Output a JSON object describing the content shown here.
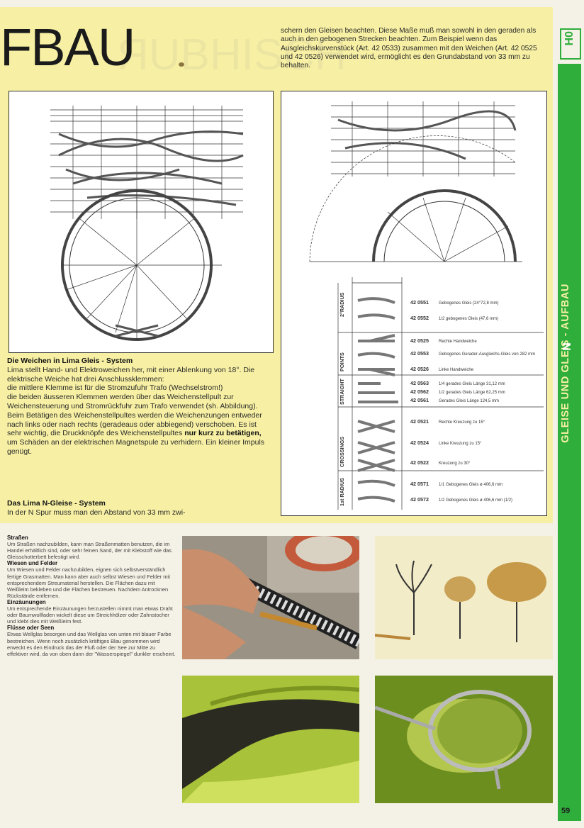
{
  "header": {
    "title": "FBAU",
    "intro": "schern den Gleisen beachten. Diese Maße muß man sowohl in den geraden als auch in den gebogenen Strecken beachten. Zum Beispiel wenn das Ausgleichskurvenstück (Art. 42 0533) zusammen mit den Weichen (Art. 42 0525 und 42 0526) verwendet wird, ermöglicht es den Grundabstand von 33 mm zu behalten."
  },
  "sidebar": {
    "tag": "H0",
    "section": "GLEISE UND GLEIS - AUFBAU",
    "n_label": "N",
    "page_number": "59"
  },
  "weichen": {
    "heading": "Die Weichen in Lima Gleis - System",
    "p1": "Lima stellt Hand- und Elektroweichen her, mit einer Ablenkung von 18°. Die elektrische Weiche hat drei Anschlussklemmen:",
    "p2": "die mittlere Klemme ist für die Stromzufuhr Trafo (Wechselstrom!)",
    "p3": "die beiden äusseren Klemmen werden über das Weichenstellpult zur Weichensteuerung und Stromrückfuhr zum Trafo verwendet (sh. Abbildung). Beim Betätigen des Weichenstellpultes werden die Weichenzungen entweder nach links oder nach rechts (geradeaus oder abbiegend) verschoben. Es ist sehr wichtig, die Druckknöpfe des Weichenstellpultes",
    "bold": "nur kurz zu betätigen,",
    "p4": " um Schäden an der elektrischen Magnetspule zu verhidern. Ein kleiner Impuls genügt."
  },
  "lima": {
    "heading": "Das Lima N-Gleise - System",
    "text": "In der N Spur muss man den Abstand von 33 mm zwi-"
  },
  "track_list": {
    "groups": [
      "2°RADIUS",
      "POINTS",
      "STRAIGHT",
      "CROSSINGS",
      "1st RADIUS"
    ],
    "items": [
      {
        "code": "42 0551",
        "desc": "Gebogenes Gleis (24°72,8 mm)"
      },
      {
        "code": "42 0552",
        "desc": "1/2 gebogenes Gleis (47,6 mm)"
      },
      {
        "code": "42 0525",
        "desc": "Rechte Handweiche"
      },
      {
        "code": "42 0553",
        "desc": "Gebogenes Gerader-Ausgleichs-Gleis von 282 mm"
      },
      {
        "code": "42 0526",
        "desc": "Linke Handweiche"
      },
      {
        "code": "42 0563",
        "desc": "1/4 gerades Gleis Länge 31,12 mm"
      },
      {
        "code": "42 0562",
        "desc": "1/2 gerades Gleis Länge 62,25 mm"
      },
      {
        "code": "42 0561",
        "desc": "Gerades Gleis Länge 124,5 mm"
      },
      {
        "code": "42 0521",
        "desc": "Rechte Kreuzung zu 15°"
      },
      {
        "code": "42 0524",
        "desc": "Linke Kreuzung zu 15°"
      },
      {
        "code": "42 0522",
        "desc": "Kreuzung zu 30°"
      },
      {
        "code": "42 0571",
        "desc": "1/1 Gebogenes Gleis ø 406,6 mm"
      },
      {
        "code": "42 0572",
        "desc": "1/2 Gebogenes Gleis ø 406,6 mm (1/2)"
      }
    ]
  },
  "bottom": {
    "s1_heading": "Straßen",
    "s1_text": "Um Straßen nachzubilden, kann man Straßenmatten benutzen, die im Handel erhältlich sind, oder sehr feinen Sand, der mit Klebstoff wie das Gleisschotterbett befestigt wird.",
    "s2_heading": "Wiesen und Felder",
    "s2_text": "Um Wiesen und Felder nachzubilden, eignen sich selbstverständlich fertige Grasmatten. Man kann aber auch selbst Wiesen und Felder mit entsprechendem Streumaterial herstellen. Die Flächen dazu mit Weißleim bekleben und die Flächen bestreuen. Nachdem Antrocknen Rückstände entfernen.",
    "s3_heading": "Einzäunungen",
    "s3_text": "Um entsprechende Einzäunungen herzustellen nimmt man etwas Draht oder Baumwollfaden wickelt diese um Streichhölzer oder Zahnstocher und klebt dies mit Weißleim fest.",
    "s4_heading": "Flüsse oder Seen",
    "s4_text": "Etwas Wellglas besorgen und das Wellglas von unten mit blauer Farbe bestreichen. Wenn noch zusätzlich kräftiges Blau genommen wird erweckt es den Eindruck das der Fluß oder der See zur Mitte zu effektiver wird, da von oben dann der \"Wasserspiegel\" dunkler erscheint."
  },
  "colors": {
    "panel": "#f7f0a4",
    "sidebar": "#2fae3c"
  }
}
